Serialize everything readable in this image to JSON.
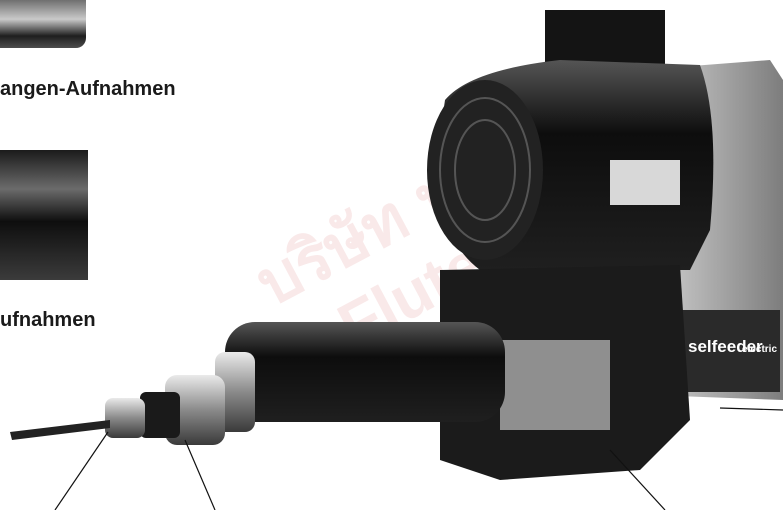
{
  "captions": {
    "collet_holders": "angen-Aufnahmen",
    "holders": "ufnahmen"
  },
  "motor_plate": {
    "brand": "selfeeder",
    "sub": "electric"
  },
  "watermark": {
    "line1": "บริษัท ฟลูเทค",
    "line2": "Flutech"
  },
  "colors": {
    "background": "#ffffff",
    "machine": "#1c1c1c",
    "housing": "#bdbdbd",
    "watermark": "#c82828"
  }
}
